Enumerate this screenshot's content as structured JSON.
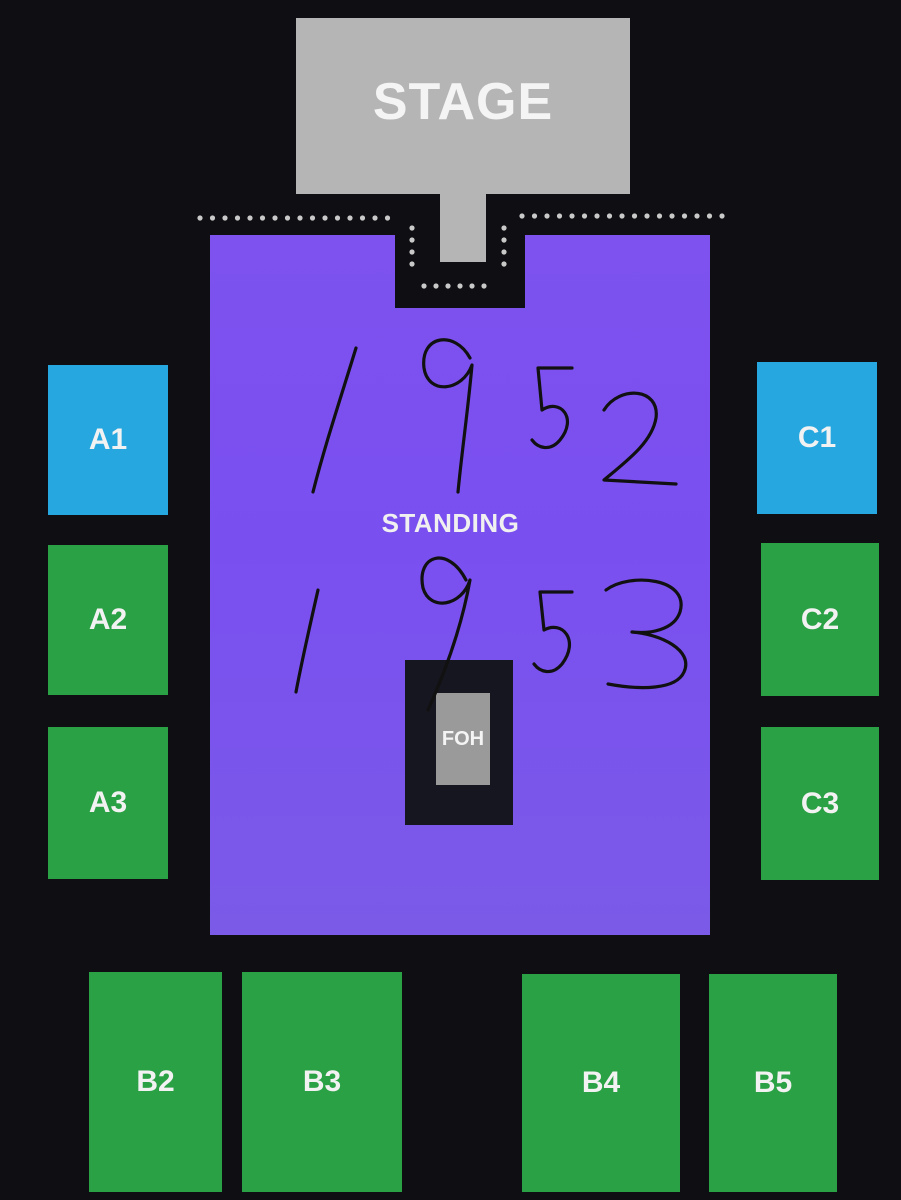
{
  "venue_map": {
    "stage": {
      "label": "STAGE",
      "color": "#b5b5b5"
    },
    "floor": {
      "label": "STANDING",
      "color": "#7b50ef"
    },
    "foh": {
      "label": "FOH",
      "color": "#9a9a9a"
    },
    "sections": {
      "A1": {
        "label": "A1",
        "color": "#26a7e0"
      },
      "A2": {
        "label": "A2",
        "color": "#2aa145"
      },
      "A3": {
        "label": "A3",
        "color": "#2aa145"
      },
      "C1": {
        "label": "C1",
        "color": "#26a7e0"
      },
      "C2": {
        "label": "C2",
        "color": "#2aa145"
      },
      "C3": {
        "label": "C3",
        "color": "#2aa145"
      },
      "B2": {
        "label": "B2",
        "color": "#2aa145"
      },
      "B3": {
        "label": "B3",
        "color": "#2aa145"
      },
      "B4": {
        "label": "B4",
        "color": "#2aa145"
      },
      "B5": {
        "label": "B5",
        "color": "#2aa145"
      }
    }
  },
  "handwriting": {
    "line1": "1952",
    "line2": "1953"
  }
}
